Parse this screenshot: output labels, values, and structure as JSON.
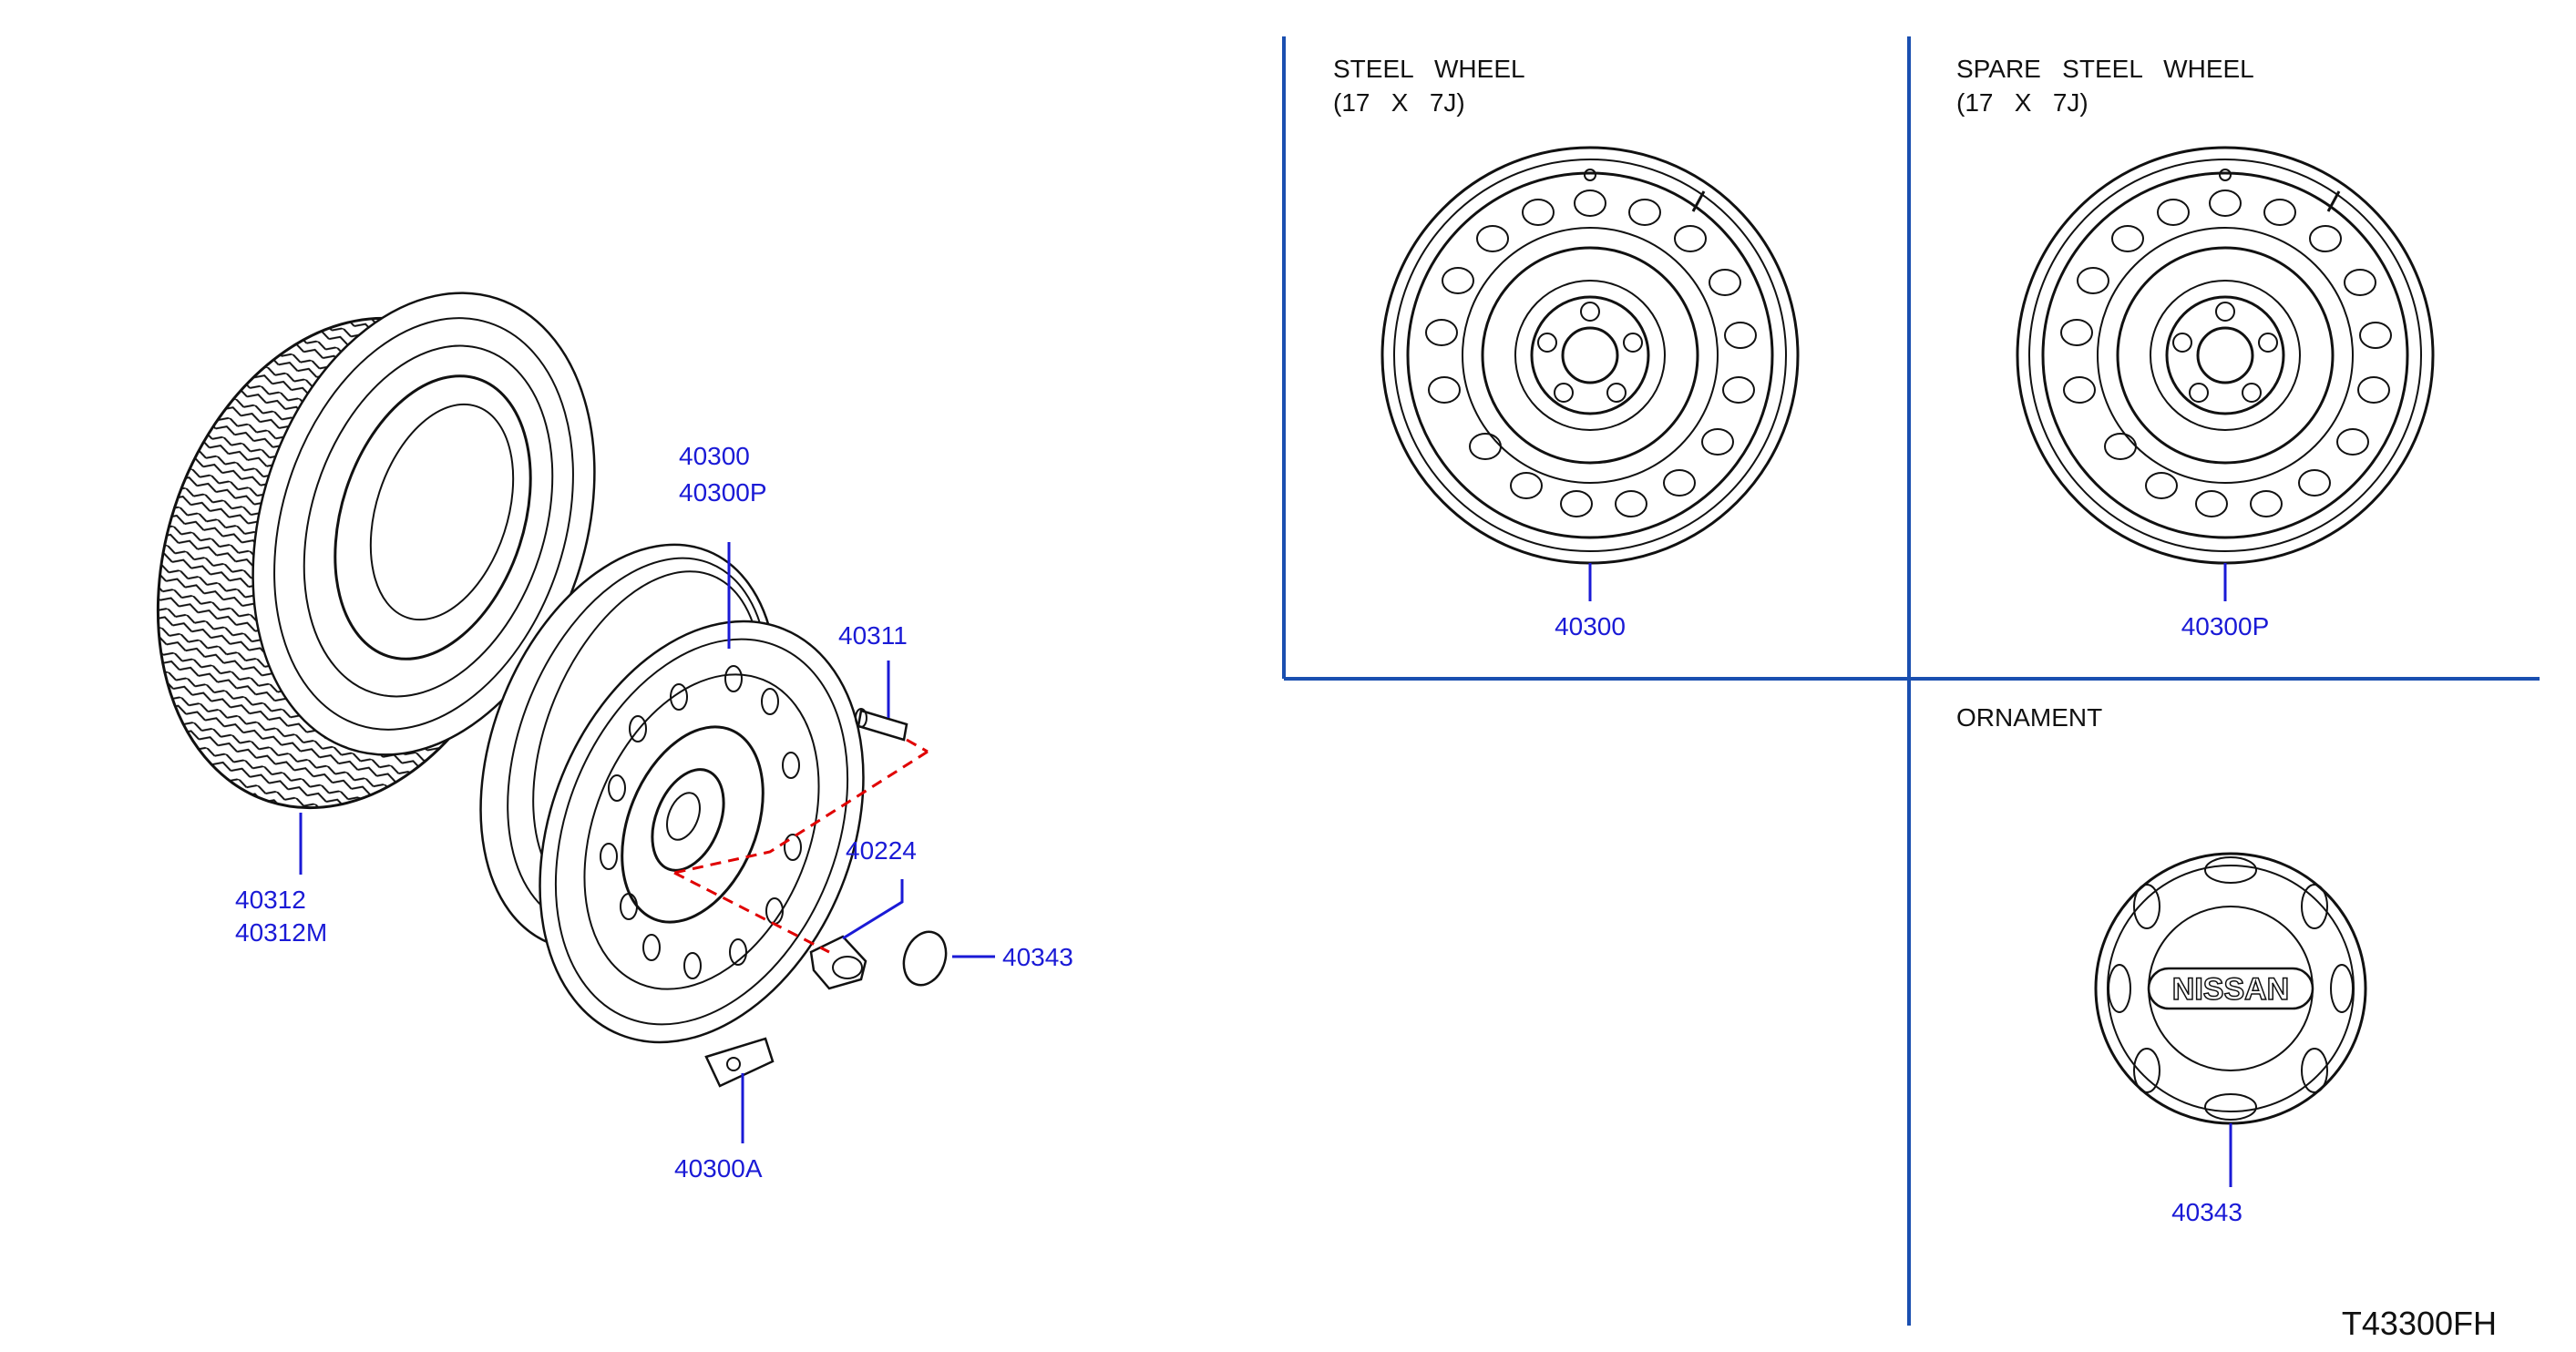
{
  "headers": {
    "steel_wheel_line1": "STEEL   WHEEL",
    "steel_wheel_line2": "(17   X   7J)",
    "spare_wheel_line1": "SPARE   STEEL   WHEEL",
    "spare_wheel_line2": "(17   X   7J)",
    "ornament": "ORNAMENT"
  },
  "callouts": {
    "wheel_a": "40300",
    "wheel_b": "40300P",
    "valve": "40311",
    "tire_a": "40312",
    "tire_b": "40312M",
    "nut": "40224",
    "cap": "40343",
    "weight": "40300A",
    "steel_wheel": "40300",
    "spare_wheel": "40300P",
    "ornament": "40343"
  },
  "ornament_logo": "NISSAN",
  "diagram_code": "T43300FH",
  "colors": {
    "callout": "#1a1ad6",
    "divider": "#1a4fb0",
    "dashed_leader": "#e00000",
    "ink": "#111111"
  }
}
